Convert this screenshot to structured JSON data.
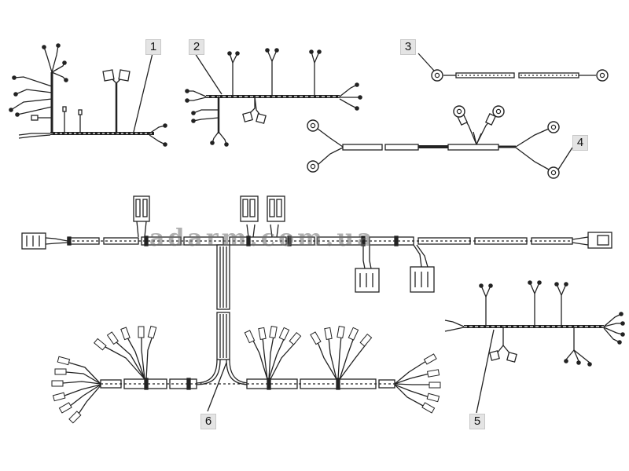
{
  "watermark": "adarm.com.ua",
  "parts": [
    {
      "label": "1"
    },
    {
      "label": "2"
    },
    {
      "label": "3"
    },
    {
      "label": "4"
    },
    {
      "label": "5"
    },
    {
      "label": "6"
    }
  ]
}
